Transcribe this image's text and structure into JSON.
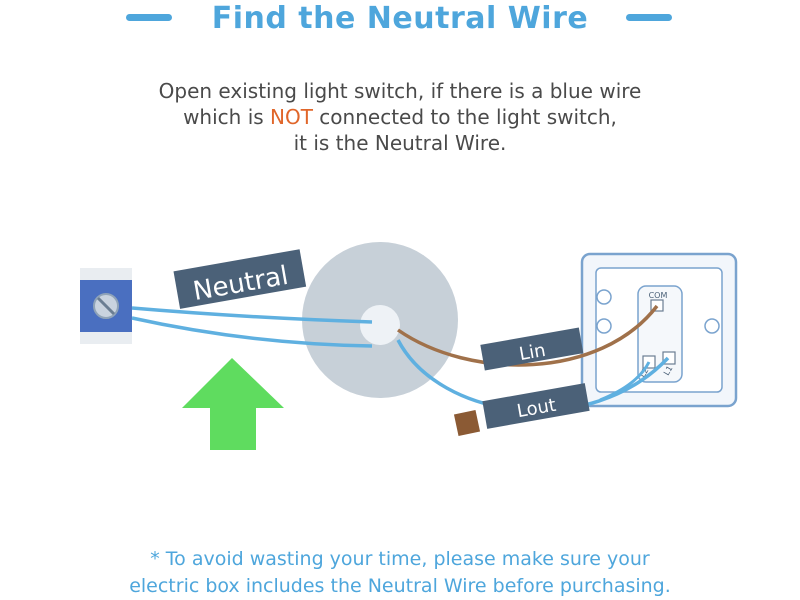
{
  "title": "Find the Neutral Wire",
  "instructions": {
    "line1": "Open existing light switch, if there is a blue wire",
    "line2_before": "which is ",
    "line2_highlight": "NOT",
    "line2_after": " connected to the light switch,",
    "line3": "it is the Neutral Wire."
  },
  "labels": {
    "neutral": "Neutral",
    "lin": "Lin",
    "lout": "Lout",
    "com": "COM",
    "l2": "L2",
    "l1": "L1"
  },
  "footnote": {
    "line1": "* To avoid wasting your time, please make sure your",
    "line2": "electric box includes the Neutral Wire before purchasing."
  },
  "colors": {
    "accent": "#4ea6dc",
    "highlight": "#e0662a",
    "text": "#4a4a4a",
    "label_bg": "#4b6178",
    "arrow_green": "#5fdc5f",
    "brown_wire": "#a0714a",
    "blue_wire": "#5fb0e0",
    "terminal_blue": "#4a6fc0",
    "circle_gray": "#c7d0d8"
  },
  "icons": {
    "arrow": "green-up-arrow-icon",
    "terminal": "terminal-block-icon",
    "switch": "light-switch-icon"
  }
}
